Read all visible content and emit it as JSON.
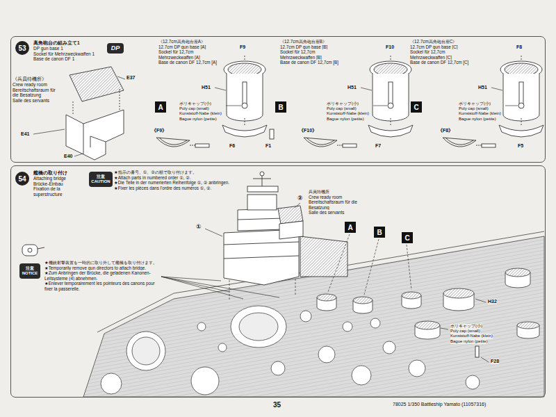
{
  "diagram": {
    "nodes": [
      {
        "text": [
          "高角砲台の組み立て1",
          "DP gun base 1",
          "Sockel für Mehrzweckwaffen 1",
          "Base de canon DF 1"
        ]
      },
      {
        "text": [
          "53"
        ],
        "in": 0
      },
      {
        "text": [
          "DP"
        ],
        "in": 0
      },
      {
        "text": [
          "A"
        ],
        "in": 0
      },
      {
        "text": [
          "B"
        ],
        "in": 0
      },
      {
        "text": [
          "C"
        ],
        "in": 0
      },
      {
        "text": [
          "艦橋の取り付け",
          "Attaching bridge",
          "Brücke-Einbau",
          "Fixation de la superstructure"
        ]
      },
      {
        "text": [
          "54"
        ],
        "in": 6
      },
      {
        "text": [
          "注意",
          "CAUTION"
        ],
        "in": 6
      },
      {
        "text": [
          "注意",
          "NOTICE"
        ],
        "in": 6
      },
      {
        "text": [
          "A"
        ],
        "in": 6
      },
      {
        "text": [
          "B"
        ],
        "in": 6
      },
      {
        "text": [
          "C"
        ],
        "in": 6
      }
    ],
    "labels": [
      "《兵員待機所》",
      "Crew ready room",
      "Bereitschaftsraum für die Besatzung",
      "Salle des servants",
      "E37",
      "E41",
      "E40",
      "《12.7cm高角砲台座A》",
      "12.7cm DP gun base [A]",
      "Sockel für 12,7cm Mehrzweckwaffen [A]",
      "Base de canon DF 12,7cm [A]",
      "《12.7cm高角砲台座B》",
      "12.7cm DP gun base [B]",
      "Sockel für 12,7cm Mehrzweckwaffen [B]",
      "Base de canon DF 12,7cm [B]",
      "《12.7cm高角砲台座C》",
      "12.7cm DP gun base [C]",
      "Sockel für 12,7cm Mehrzweckwaffen [C]",
      "Base de canon DF 12,7cm [C]",
      "F9",
      "F10",
      "F8",
      "H51",
      "H51",
      "H51",
      "ポリキャップ(小)",
      "Poly cap (small)",
      "Kunststoff-Nabe (klein)",
      "Bague nylon (petite)",
      "ポリキャップ(小)",
      "Poly cap (small)",
      "Kunststoff-Nabe (klein)",
      "Bague nylon (petite)",
      "ポリキャップ(小)",
      "Poly cap (small)",
      "Kunststoff-Nabe (klein)",
      "Bague nylon (petite)",
      "《F9》",
      "《F10》",
      "《F8》",
      "F6",
      "F1",
      "F7",
      "F5",
      "★指示の番号、①、②の順で取り付けます。",
      "★Attach parts in numbered order ①, ②.",
      "★Die Teile in der numerierten Reihenfolge ①, ② anbringen.",
      "★Fixer les pièces dans l'ordre des numéros ①, ②.",
      "★機銃射撃装置を一時的に取り外して艦橋を取り付けます。",
      "★Temporarily remove gun directors to attach bridge.",
      "★Zum Anbringen der Brücke, die geladenen Kanonen-Leitsysteme (4) abnehmen.",
      "★Enlever temporairement les pointeurs des canons pour fixer la passerelle.",
      "①",
      "②",
      "兵員待機所",
      "Crew ready room",
      "Bereitschaftsraum für die Besatzung",
      "Salle des servants",
      "H32",
      "ポリキャップ(小)",
      "Poly cap (small)",
      "Kunststoff-Nabe (klein)",
      "Bague nylon (petite)",
      "F28",
      "35",
      "78025 1/350 Battleship Yamato (11057316)"
    ]
  }
}
